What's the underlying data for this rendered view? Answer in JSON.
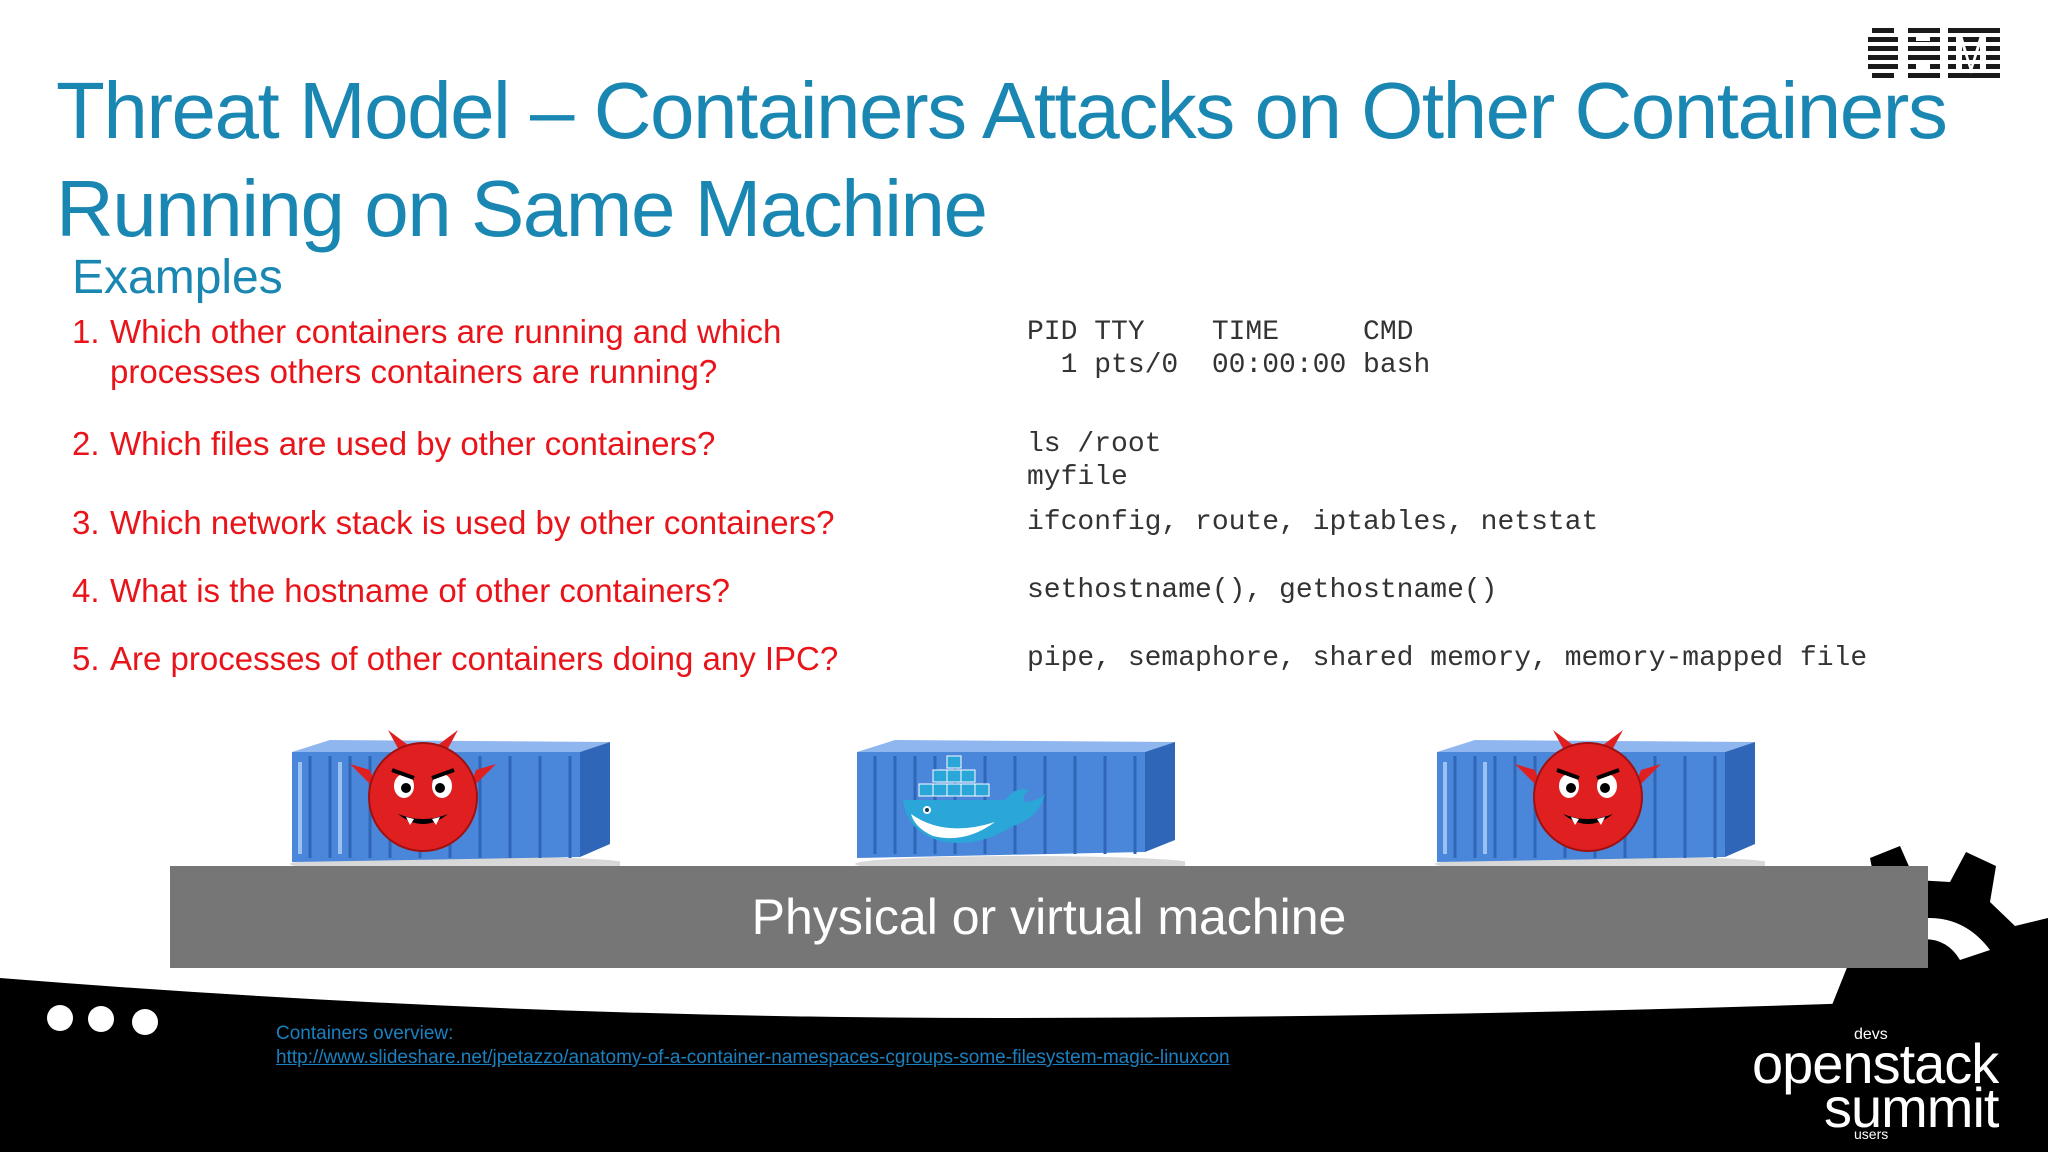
{
  "slide": {
    "title": "Threat Model – Containers Attacks on Other Containers Running on Same Machine",
    "subtitle": "Examples",
    "logo_text": "IBM",
    "questions": [
      {
        "num": "1.",
        "line1": "Which other containers are running and which",
        "line2": "processes others containers are running?"
      },
      {
        "num": "2.",
        "line1": "Which files are used by other containers?"
      },
      {
        "num": "3.",
        "line1": "Which network stack is used by other containers?"
      },
      {
        "num": "4.",
        "line1": "What is the hostname of other containers?"
      },
      {
        "num": "5.",
        "line1": "Are processes of other containers doing any IPC?"
      }
    ],
    "code": [
      "PID TTY    TIME     CMD\n  1 pts/0  00:00:00 bash",
      "ls /root\nmyfile",
      "ifconfig, route, iptables, netstat",
      "sethostname(), gethostname()",
      "pipe, semaphore, shared memory, memory-mapped file"
    ],
    "machine_label": "Physical or virtual machine",
    "links_label": "Containers overview:",
    "link_url": "http://www.slideshare.net/jpetazzo/anatomy-of-a-container-namespaces-cgroups-some-filesystem-magic-linuxcon",
    "footer_logo": {
      "top": "devs",
      "line1": "openstack",
      "line2": "summit",
      "bottom": "users"
    }
  },
  "colors": {
    "title": "#1a87b3",
    "question": "#e8141a",
    "machine": "#767676",
    "container": "#4a86d9",
    "monster": "#e02020",
    "whale": "#2aa6d8"
  },
  "icons": [
    "ibm-logo-icon",
    "shipping-container-icon",
    "devil-monster-icon",
    "docker-whale-icon",
    "gear-icon",
    "openstack-logo-icon"
  ]
}
